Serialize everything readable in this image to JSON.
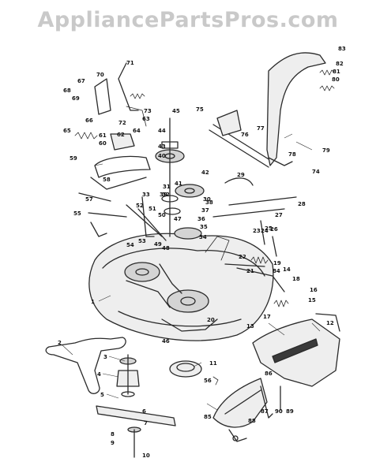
{
  "watermark": "AppliancePartsPros.com",
  "callouts": [
    "1",
    "2",
    "3",
    "4",
    "5",
    "6",
    "7",
    "8",
    "9",
    "10",
    "11",
    "12",
    "13",
    "14",
    "15",
    "16",
    "17",
    "18",
    "19",
    "20",
    "21",
    "22",
    "23",
    "24",
    "25",
    "26",
    "27",
    "28",
    "29",
    "30",
    "31",
    "32",
    "33",
    "34",
    "35",
    "36",
    "37",
    "38",
    "39",
    "40",
    "41",
    "42",
    "43",
    "44",
    "45",
    "46",
    "47",
    "48",
    "49",
    "50",
    "51",
    "52",
    "53",
    "54",
    "55",
    "56",
    "57",
    "58",
    "59",
    "60",
    "61",
    "62",
    "63",
    "64",
    "65",
    "66",
    "67",
    "68",
    "69",
    "70",
    "71",
    "72",
    "73",
    "74",
    "75",
    "76",
    "77",
    "78",
    "79",
    "80",
    "81",
    "82",
    "83",
    "84",
    "85",
    "86",
    "87",
    "88",
    "89",
    "90"
  ]
}
